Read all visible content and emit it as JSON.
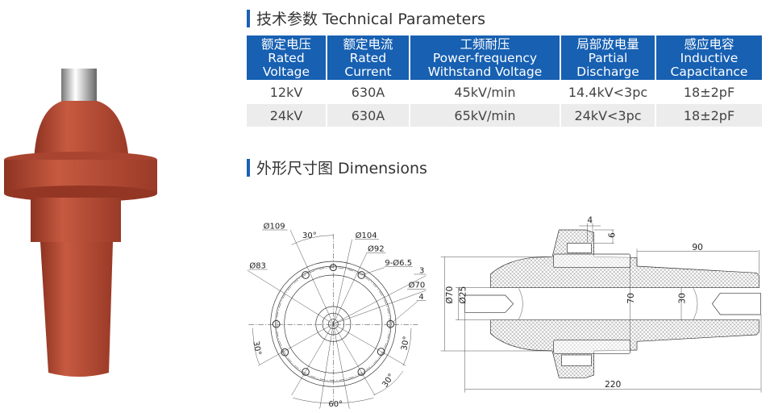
{
  "sections": {
    "params_title": "技术参数 Technical Parameters",
    "dimensions_title": "外形尺寸图 Dimensions"
  },
  "table": {
    "headers": [
      [
        "额定电压",
        "Rated",
        "Voltage"
      ],
      [
        "额定电流",
        "Rated",
        "Current"
      ],
      [
        "工频耐压",
        "Power-frequency",
        "Withstand Voltage"
      ],
      [
        "局部放电量",
        "Partial",
        "Discharge"
      ],
      [
        "感应电容",
        "Inductive",
        "Capacitance"
      ]
    ],
    "rows": [
      [
        "12kV",
        "630A",
        "45kV/min",
        "14.4kV<3pc",
        "18±2pF"
      ],
      [
        "24kV",
        "630A",
        "65kV/min",
        "24kV<3pc",
        "18±2pF"
      ]
    ]
  },
  "front_view": {
    "labels": [
      "Ø109",
      "30°",
      "Ø104",
      "Ø92",
      "9-Ø6.5",
      "3",
      "Ø70",
      "4",
      "Ø83",
      "30°",
      "30°",
      "30°",
      "60°"
    ]
  },
  "side_view": {
    "labels": [
      "4",
      "6",
      "90",
      "Ø70",
      "Ø25",
      "70",
      "30",
      "220"
    ]
  },
  "colors": {
    "accent": "#1760b2",
    "product": "#b0452f"
  }
}
